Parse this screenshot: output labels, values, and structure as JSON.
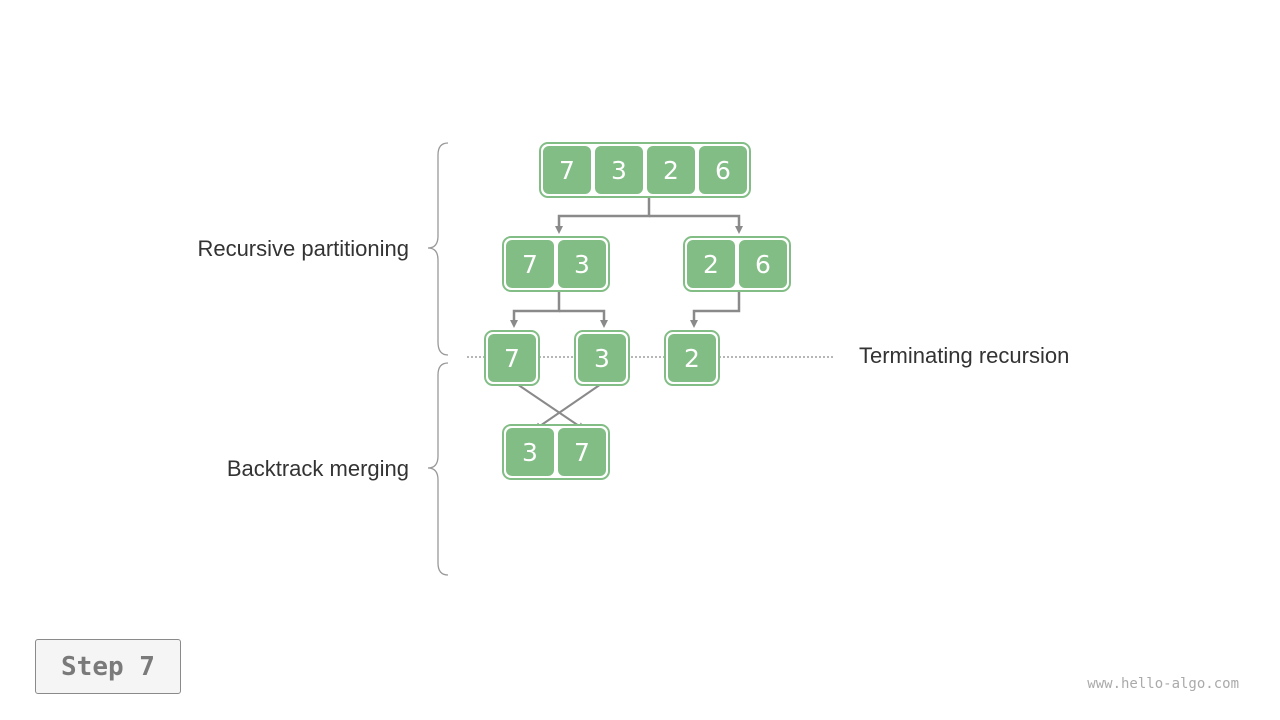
{
  "labels": {
    "partition": "Recursive partitioning",
    "merge": "Backtrack merging",
    "terminate": "Terminating recursion"
  },
  "arrays": {
    "root": [
      "7",
      "3",
      "2",
      "6"
    ],
    "left": [
      "7",
      "3"
    ],
    "right": [
      "2",
      "6"
    ],
    "leaf_a": [
      "7"
    ],
    "leaf_b": [
      "3"
    ],
    "leaf_c": [
      "2"
    ],
    "merged": [
      "3",
      "7"
    ]
  },
  "step": {
    "label": "Step 7"
  },
  "watermark": "www.hello-algo.com",
  "colors": {
    "cell": "#82bd85",
    "arrow": "#8a8a8a",
    "text": "#333333"
  }
}
